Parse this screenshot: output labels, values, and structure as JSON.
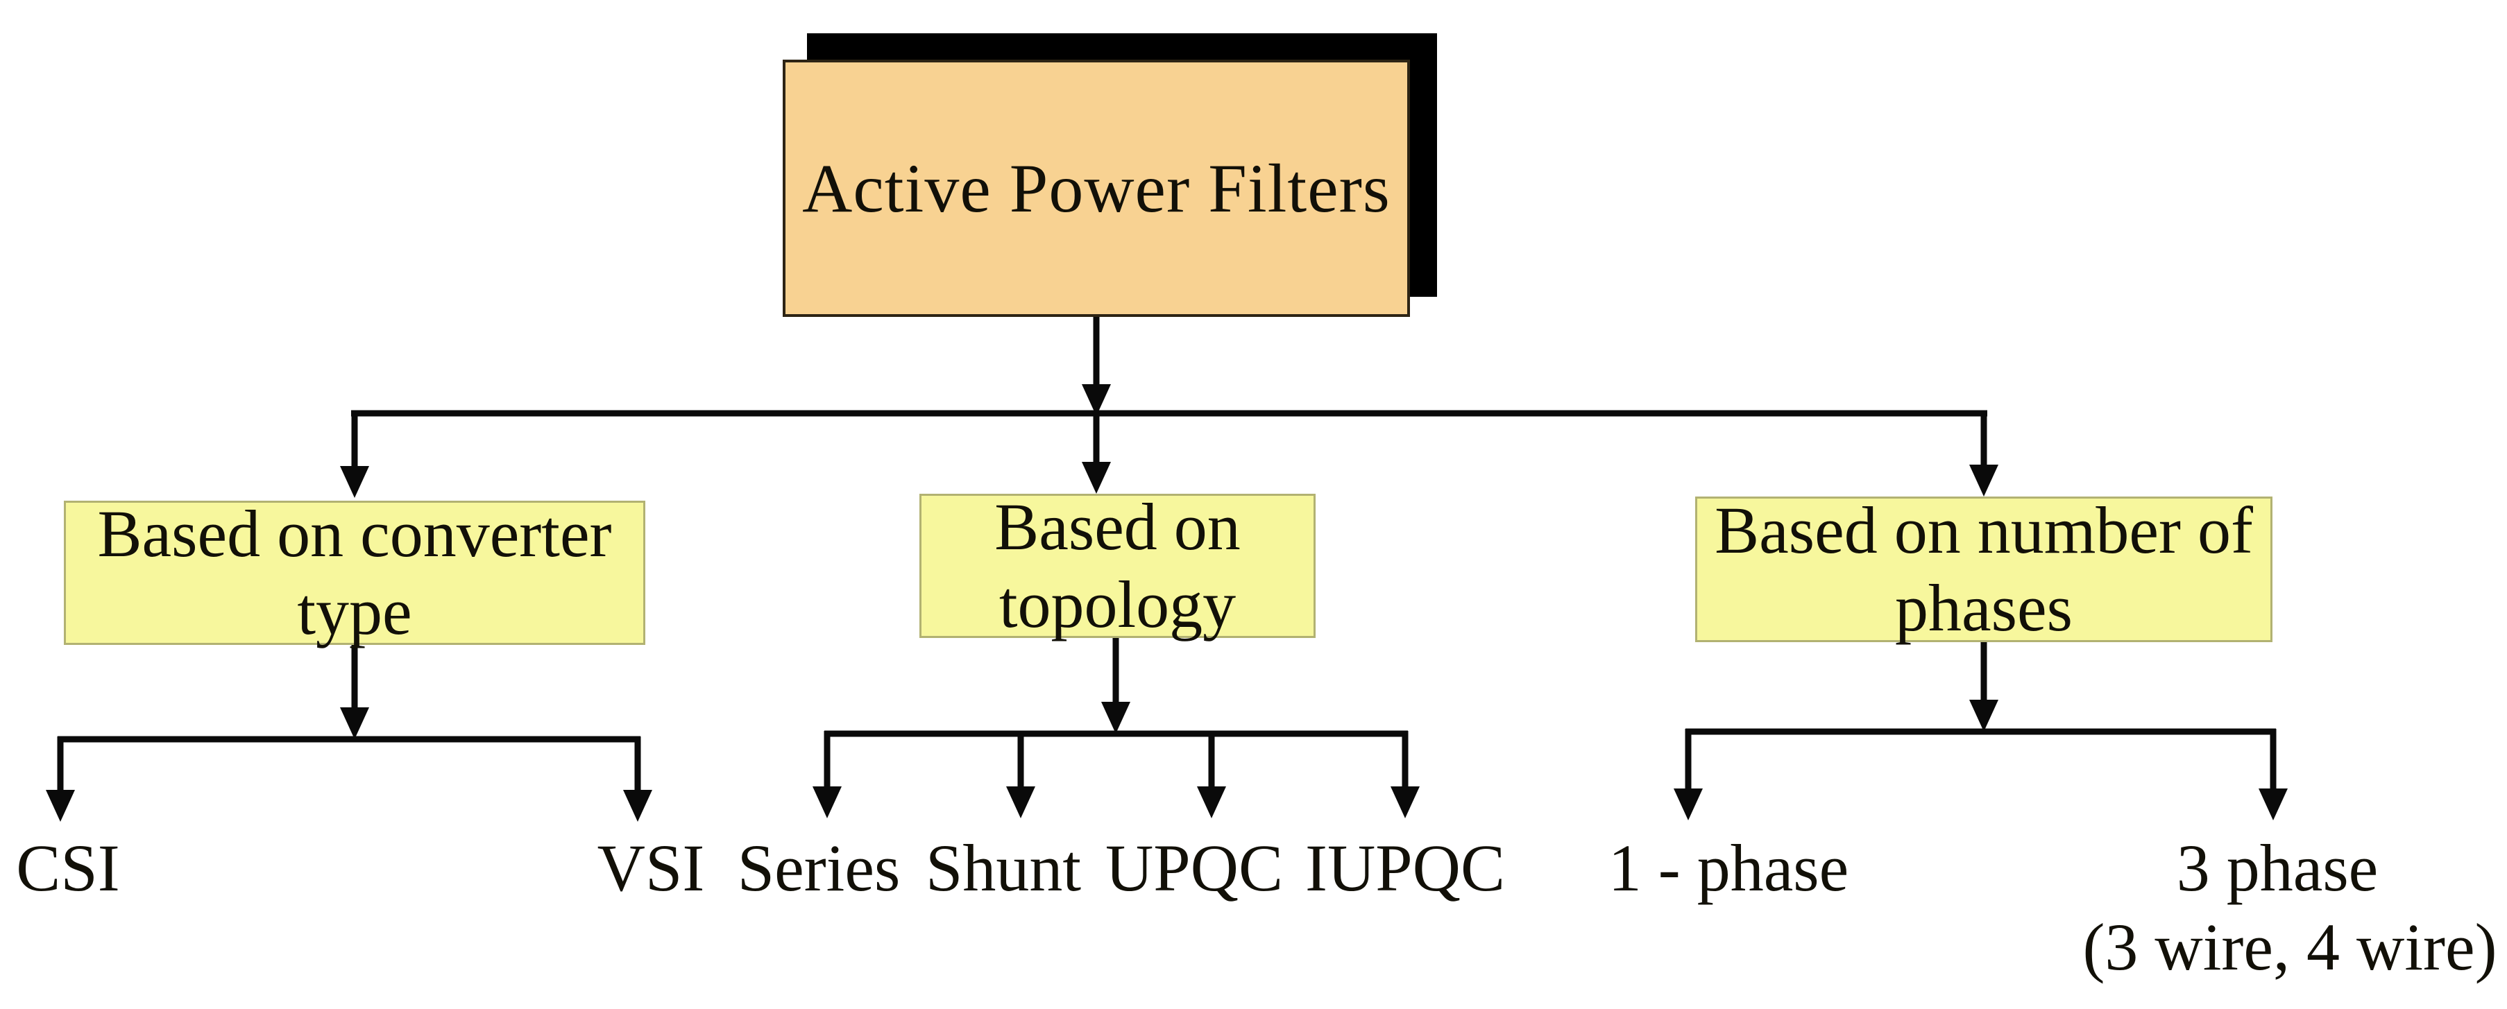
{
  "diagram": {
    "root": {
      "label": "Active Power Filters"
    },
    "categories": [
      {
        "lines": [
          "Based on converter",
          "type"
        ]
      },
      {
        "lines": [
          "Based on",
          "topology"
        ]
      },
      {
        "lines": [
          "Based on number of",
          "phases"
        ]
      }
    ],
    "leaves": {
      "csi": "CSI",
      "vsi": "VSI",
      "series": "Series",
      "shunt": "Shunt",
      "upqc": "UPQC",
      "iupqc": "IUPQC",
      "one_phase": "1 - phase",
      "three_phase": "3 phase",
      "three_phase_note": "(3 wire, 4 wire)"
    }
  },
  "colors": {
    "background": "#ffffff",
    "root_fill": "#f8d292",
    "root_border": "#2d2414",
    "root_shadow": "#000000",
    "category_fill": "#f7f79d",
    "category_border": "#b2b272",
    "connector": "#0a0a0a",
    "text": "#121008"
  }
}
